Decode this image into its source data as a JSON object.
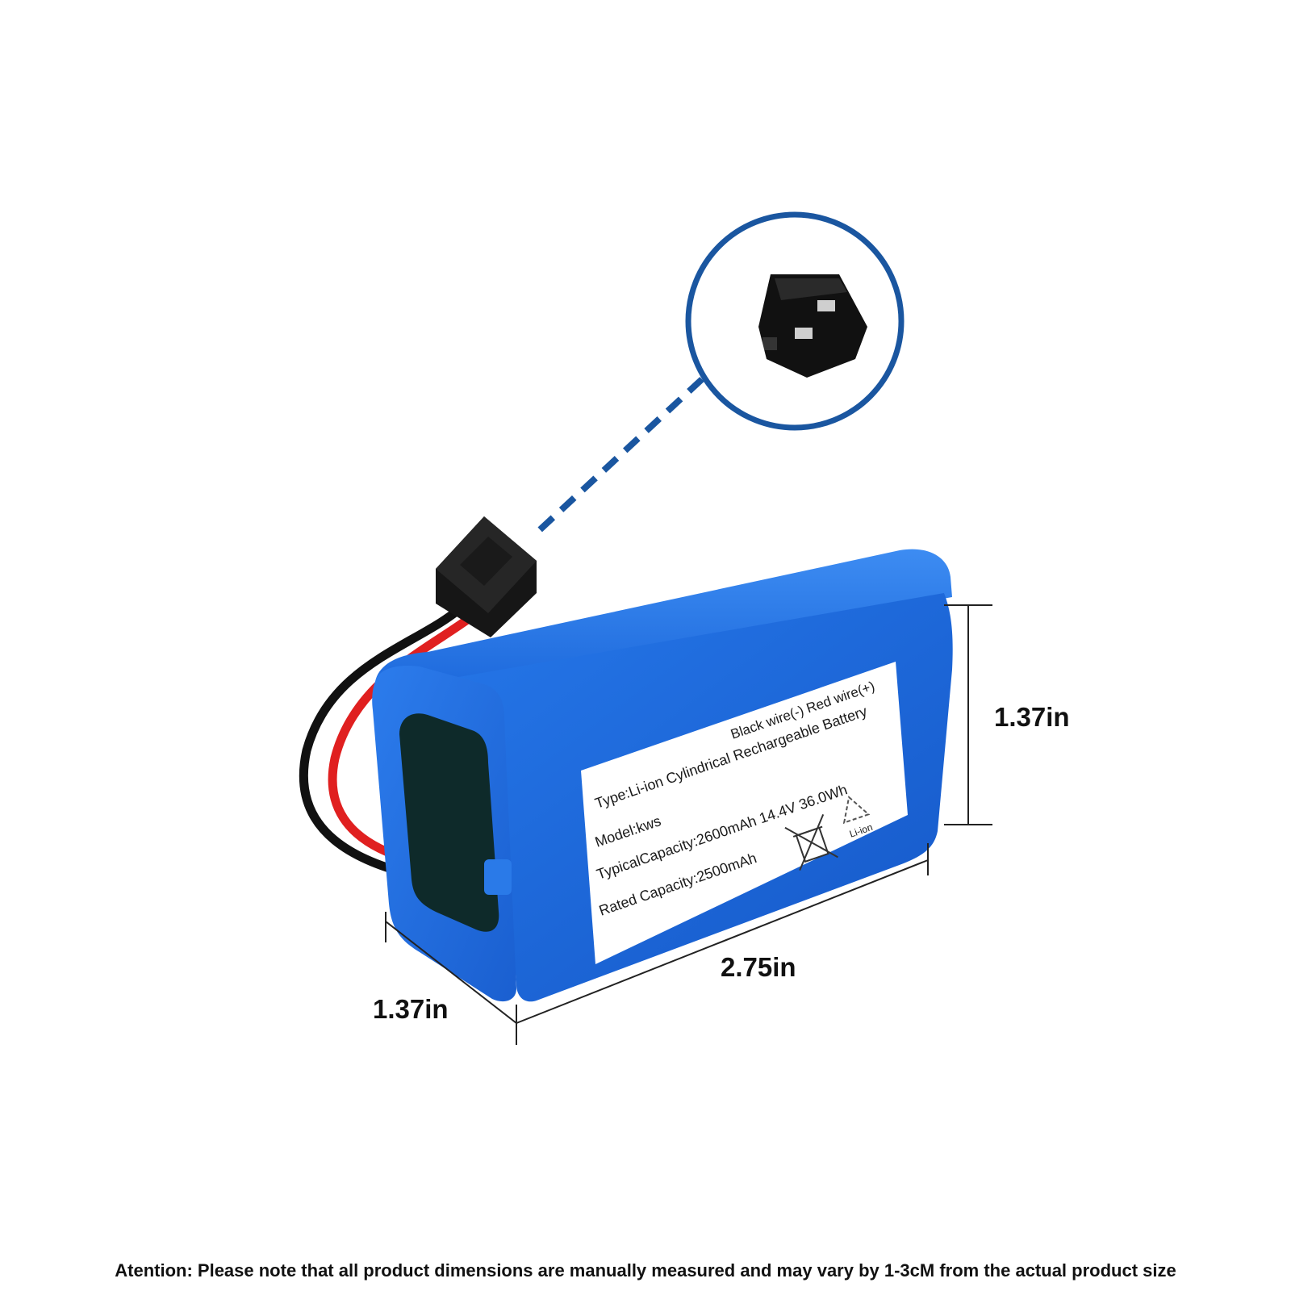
{
  "label": {
    "wires": "Black wire(-)  Red wire(+)",
    "title": "Li-ion Cylindrical Rechargeable Battery",
    "type": "Type:Li-ion Cylindrical Rechargeable Battery",
    "model": "Model:kws",
    "typical_capacity": "TypicalCapacity:2600mAh 14.4V 36.0Wh",
    "rated_capacity": "Rated Capacity:2500mAh",
    "recycle_mark": "Li-ion"
  },
  "dimensions": {
    "height": "1.37in",
    "length": "2.75in",
    "width": "1.37in"
  },
  "footer": {
    "note": "Atention: Please note that all product dimensions are manually measured and may vary by 1-3cM from the actual product size"
  },
  "colors": {
    "battery_blue": "#1f6fe0",
    "callout_blue": "#1a56a0",
    "wire_red": "#e02020",
    "wire_black": "#111111"
  },
  "icons": [
    "connector-closeup-icon",
    "weee-bin-icon",
    "recycle-icon"
  ]
}
